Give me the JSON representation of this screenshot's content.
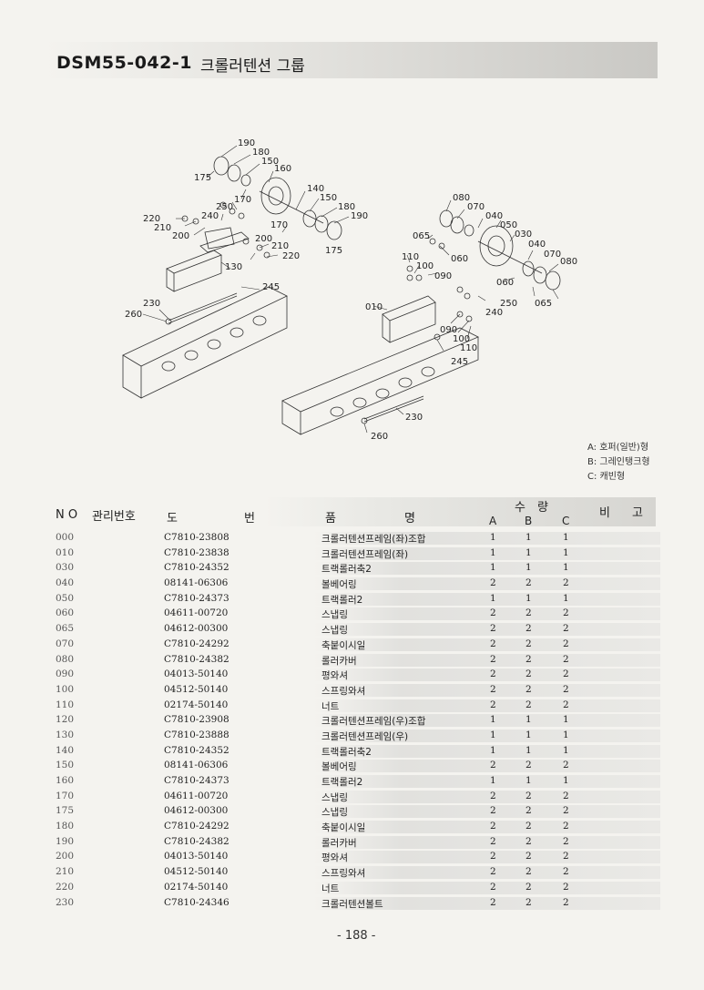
{
  "header": {
    "code": "DSM55-042-1",
    "title": "크롤러텐션 그룹"
  },
  "diagram": {
    "callouts": [
      "190",
      "180",
      "150",
      "160",
      "175",
      "170",
      "140",
      "150",
      "180",
      "190",
      "250",
      "240",
      "220",
      "210",
      "200",
      "170",
      "175",
      "200",
      "210",
      "220",
      "130",
      "245",
      "230",
      "260",
      "080",
      "070",
      "040",
      "050",
      "030",
      "040",
      "065",
      "060",
      "070",
      "080",
      "110",
      "100",
      "090",
      "060",
      "250",
      "065",
      "240",
      "010",
      "090",
      "100",
      "110",
      "245",
      "230",
      "260"
    ]
  },
  "legend": {
    "a": "A: 호퍼(일반)형",
    "b": "B: 그레인탱크형",
    "c": "C: 캐빈형"
  },
  "table": {
    "headers": {
      "no": "N O",
      "mgmt": "관리번호",
      "drawing_1": "도",
      "drawing_2": "번",
      "name_1": "품",
      "name_2": "명",
      "qty_1": "수",
      "qty_2": "량",
      "note_1": "비",
      "note_2": "고",
      "col_a": "A",
      "col_b": "B",
      "col_c": "C"
    },
    "rows": [
      {
        "no": "000",
        "part": "C7810-23808",
        "name": "크롤러텐션프레임(좌)조합",
        "a": "1",
        "b": "1",
        "c": "1"
      },
      {
        "no": "010",
        "part": "C7810-23838",
        "name": "크롤러텐션프레임(좌)",
        "a": "1",
        "b": "1",
        "c": "1"
      },
      {
        "no": "030",
        "part": "C7810-24352",
        "name": "트랙롤러축2",
        "a": "1",
        "b": "1",
        "c": "1"
      },
      {
        "no": "040",
        "part": "08141-06306",
        "name": "볼베어링",
        "a": "2",
        "b": "2",
        "c": "2"
      },
      {
        "no": "050",
        "part": "C7810-24373",
        "name": "트랙롤러2",
        "a": "1",
        "b": "1",
        "c": "1"
      },
      {
        "no": "060",
        "part": "04611-00720",
        "name": "스냅링",
        "a": "2",
        "b": "2",
        "c": "2"
      },
      {
        "no": "065",
        "part": "04612-00300",
        "name": "스냅링",
        "a": "2",
        "b": "2",
        "c": "2"
      },
      {
        "no": "070",
        "part": "C7810-24292",
        "name": "축붙이시일",
        "a": "2",
        "b": "2",
        "c": "2"
      },
      {
        "no": "080",
        "part": "C7810-24382",
        "name": "롤러카버",
        "a": "2",
        "b": "2",
        "c": "2"
      },
      {
        "no": "090",
        "part": "04013-50140",
        "name": "평와셔",
        "a": "2",
        "b": "2",
        "c": "2"
      },
      {
        "no": "100",
        "part": "04512-50140",
        "name": "스프링와셔",
        "a": "2",
        "b": "2",
        "c": "2"
      },
      {
        "no": "110",
        "part": "02174-50140",
        "name": "너트",
        "a": "2",
        "b": "2",
        "c": "2"
      },
      {
        "no": "120",
        "part": "C7810-23908",
        "name": "크롤러텐션프레임(우)조합",
        "a": "1",
        "b": "1",
        "c": "1"
      },
      {
        "no": "130",
        "part": "C7810-23888",
        "name": "크롤러텐션프레임(우)",
        "a": "1",
        "b": "1",
        "c": "1"
      },
      {
        "no": "140",
        "part": "C7810-24352",
        "name": "트랙롤러축2",
        "a": "1",
        "b": "1",
        "c": "1"
      },
      {
        "no": "150",
        "part": "08141-06306",
        "name": "볼베어링",
        "a": "2",
        "b": "2",
        "c": "2"
      },
      {
        "no": "160",
        "part": "C7810-24373",
        "name": "트랙롤러2",
        "a": "1",
        "b": "1",
        "c": "1"
      },
      {
        "no": "170",
        "part": "04611-00720",
        "name": "스냅링",
        "a": "2",
        "b": "2",
        "c": "2"
      },
      {
        "no": "175",
        "part": "04612-00300",
        "name": "스냅링",
        "a": "2",
        "b": "2",
        "c": "2"
      },
      {
        "no": "180",
        "part": "C7810-24292",
        "name": "축붙이시일",
        "a": "2",
        "b": "2",
        "c": "2"
      },
      {
        "no": "190",
        "part": "C7810-24382",
        "name": "롤러카버",
        "a": "2",
        "b": "2",
        "c": "2"
      },
      {
        "no": "200",
        "part": "04013-50140",
        "name": "평와셔",
        "a": "2",
        "b": "2",
        "c": "2"
      },
      {
        "no": "210",
        "part": "04512-50140",
        "name": "스프링와셔",
        "a": "2",
        "b": "2",
        "c": "2"
      },
      {
        "no": "220",
        "part": "02174-50140",
        "name": "너트",
        "a": "2",
        "b": "2",
        "c": "2"
      },
      {
        "no": "230",
        "part": "C7810-24346",
        "name": "크롤러텐션볼트",
        "a": "2",
        "b": "2",
        "c": "2"
      }
    ]
  },
  "footer": {
    "page": "- 188 -"
  }
}
